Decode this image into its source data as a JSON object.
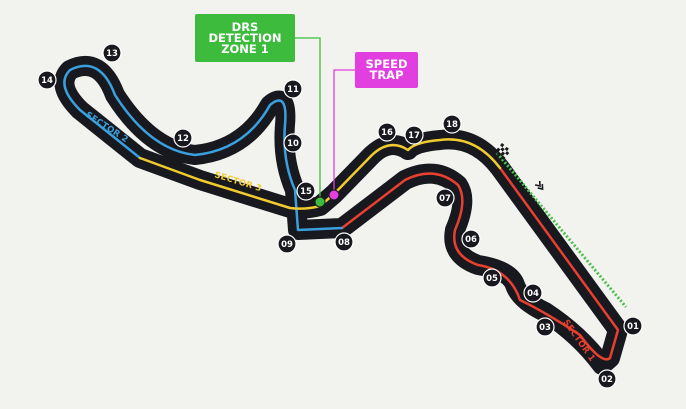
{
  "map": {
    "callouts": {
      "drs": {
        "line1": "DRS",
        "line2": "DETECTION",
        "line3": "ZONE 1",
        "color": "#3dbb3d"
      },
      "speed_trap": {
        "line1": "SPEED",
        "line2": "TRAP",
        "color": "#e23fe0"
      }
    },
    "sectors": [
      {
        "label": "SECTOR 1",
        "color": "#e8402f"
      },
      {
        "label": "SECTOR 2",
        "color": "#3aa0dd"
      },
      {
        "label": "SECTOR 3",
        "color": "#f0cb2f"
      }
    ],
    "turns": [
      "01",
      "02",
      "03",
      "04",
      "05",
      "06",
      "07",
      "08",
      "09",
      "10",
      "11",
      "12",
      "13",
      "14",
      "15",
      "16",
      "17",
      "18"
    ],
    "colors": {
      "track": "#18181f",
      "drs_zone": "#4cc04c",
      "background": "#f2f2ee"
    },
    "icons": {
      "start_finish": "checkered-flag-icon",
      "direction": "double-chevron-icon"
    }
  }
}
